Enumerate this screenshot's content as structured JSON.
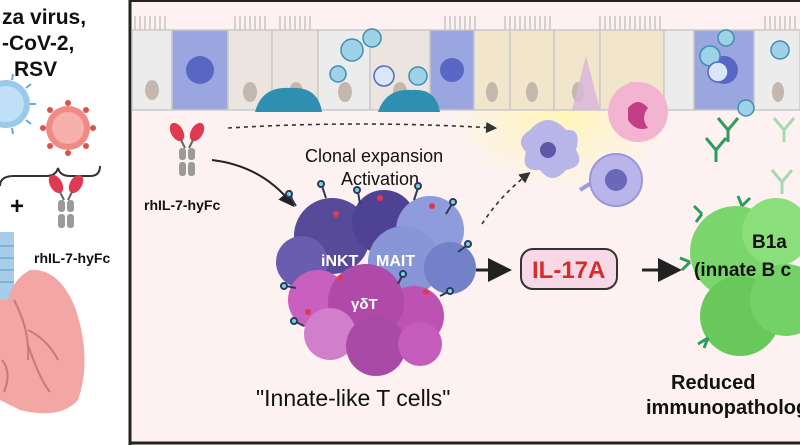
{
  "left_panel": {
    "virus_lines": [
      "za virus,",
      "-CoV-2,",
      "RSV"
    ],
    "plus": "+",
    "drug_label": "rhIL-7-hyFc"
  },
  "main_panel": {
    "drug_label": "rhIL-7-hyFc",
    "process_lines": [
      "Clonal expansion",
      "Activation"
    ],
    "cell_labels": {
      "inkt": "iNKT",
      "mait": "MAIT",
      "gdt": "γδT"
    },
    "cluster_caption": "\"Innate-like T cells\"",
    "cytokine": "IL-17A",
    "b1a_lines": [
      "B1a",
      "(innate B c"
    ],
    "outcome_lines": [
      "Reduced",
      "immunopatholog"
    ]
  },
  "colors": {
    "cytokine_text": "#d92b2b",
    "cytokine_bg": "#f7d9e6",
    "panel_bg": "#fdf2f1",
    "inkt_cell": "#5c4c9a",
    "mait_cell": "#8b9ad8",
    "gdt_cell": "#b04aa8",
    "b_cell": "#6fcf63",
    "antibody": "#e03a52"
  }
}
